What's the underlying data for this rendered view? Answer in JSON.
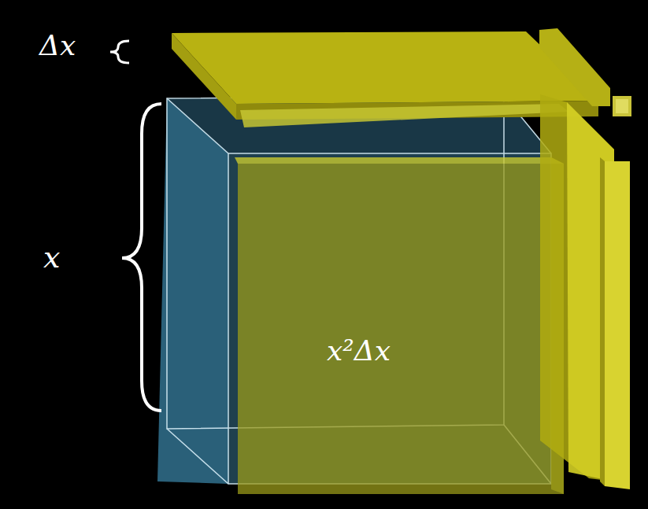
{
  "diagram": {
    "labels": [
      "Δx",
      "x",
      "x²Δx"
    ]
  }
}
